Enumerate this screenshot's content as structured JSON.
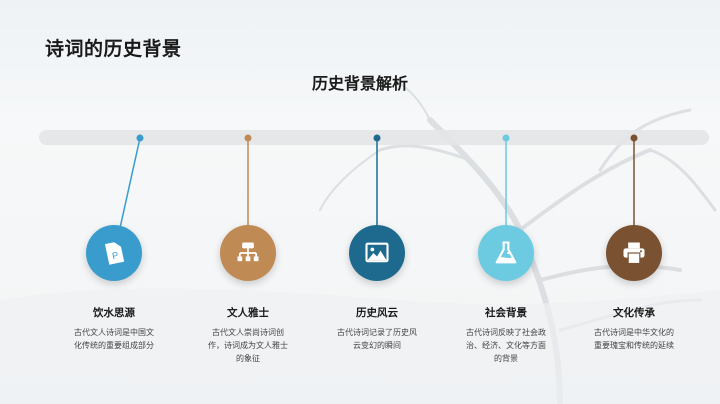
{
  "slide": {
    "title": "诗词的历史背景",
    "section_title": "历史背景解析"
  },
  "colors": {
    "blue": "#3a9ccc",
    "tan": "#c08a54",
    "navy": "#1e6a8e",
    "sky": "#6ccbe0",
    "brown": "#7a5232",
    "bar": "#e3e5e7"
  },
  "timeline": {
    "items": [
      {
        "icon": "powerpoint-file-icon",
        "title": "饮水思源",
        "desc": "古代文人诗词是中国文化传统的重要组成部分",
        "color": "#3a9ccc"
      },
      {
        "icon": "org-chart-icon",
        "title": "文人雅士",
        "desc": "古代文人崇尚诗词创作，诗词成为文人雅士的象征",
        "color": "#c08a54"
      },
      {
        "icon": "image-icon",
        "title": "历史风云",
        "desc": "古代诗词记录了历史风云变幻的瞬间",
        "color": "#1e6a8e"
      },
      {
        "icon": "flask-icon",
        "title": "社会背景",
        "desc": "古代诗词反映了社会政治、经济、文化等方面的背景",
        "color": "#6ccbe0"
      },
      {
        "icon": "printer-icon",
        "title": "文化传承",
        "desc": "古代诗词是中华文化的重要瑰宝和传统的延续",
        "color": "#7a5232"
      }
    ]
  }
}
